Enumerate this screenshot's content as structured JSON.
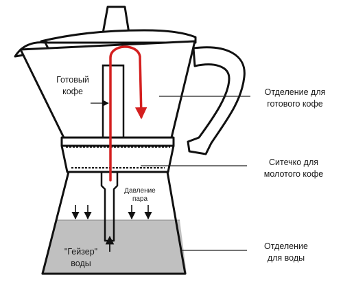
{
  "labels": {
    "ready_coffee_line1": "Готовый",
    "ready_coffee_line2": "кофе",
    "coffee_chamber_line1": "Отделение для",
    "coffee_chamber_line2": "готового кофе",
    "filter_line1": "Ситечко  для",
    "filter_line2": "молотого кофе",
    "steam_pressure_line1": "Давление",
    "steam_pressure_line2": "пара",
    "water_geyser_line1": "\"Гейзер\"",
    "water_geyser_line2": "воды",
    "water_chamber_line1": "Отделение",
    "water_chamber_line2": "для воды"
  },
  "colors": {
    "outline": "#111111",
    "coffee_flow": "#d41f1f",
    "water_fill": "#bfbfbf",
    "background": "#ffffff"
  },
  "icons": {
    "pointer_arrow": "arrow-right-icon",
    "flow_arrow": "arrow-down-icon",
    "pressure_arrow": "arrow-down-icon",
    "geyser_arrow": "arrow-up-icon"
  }
}
